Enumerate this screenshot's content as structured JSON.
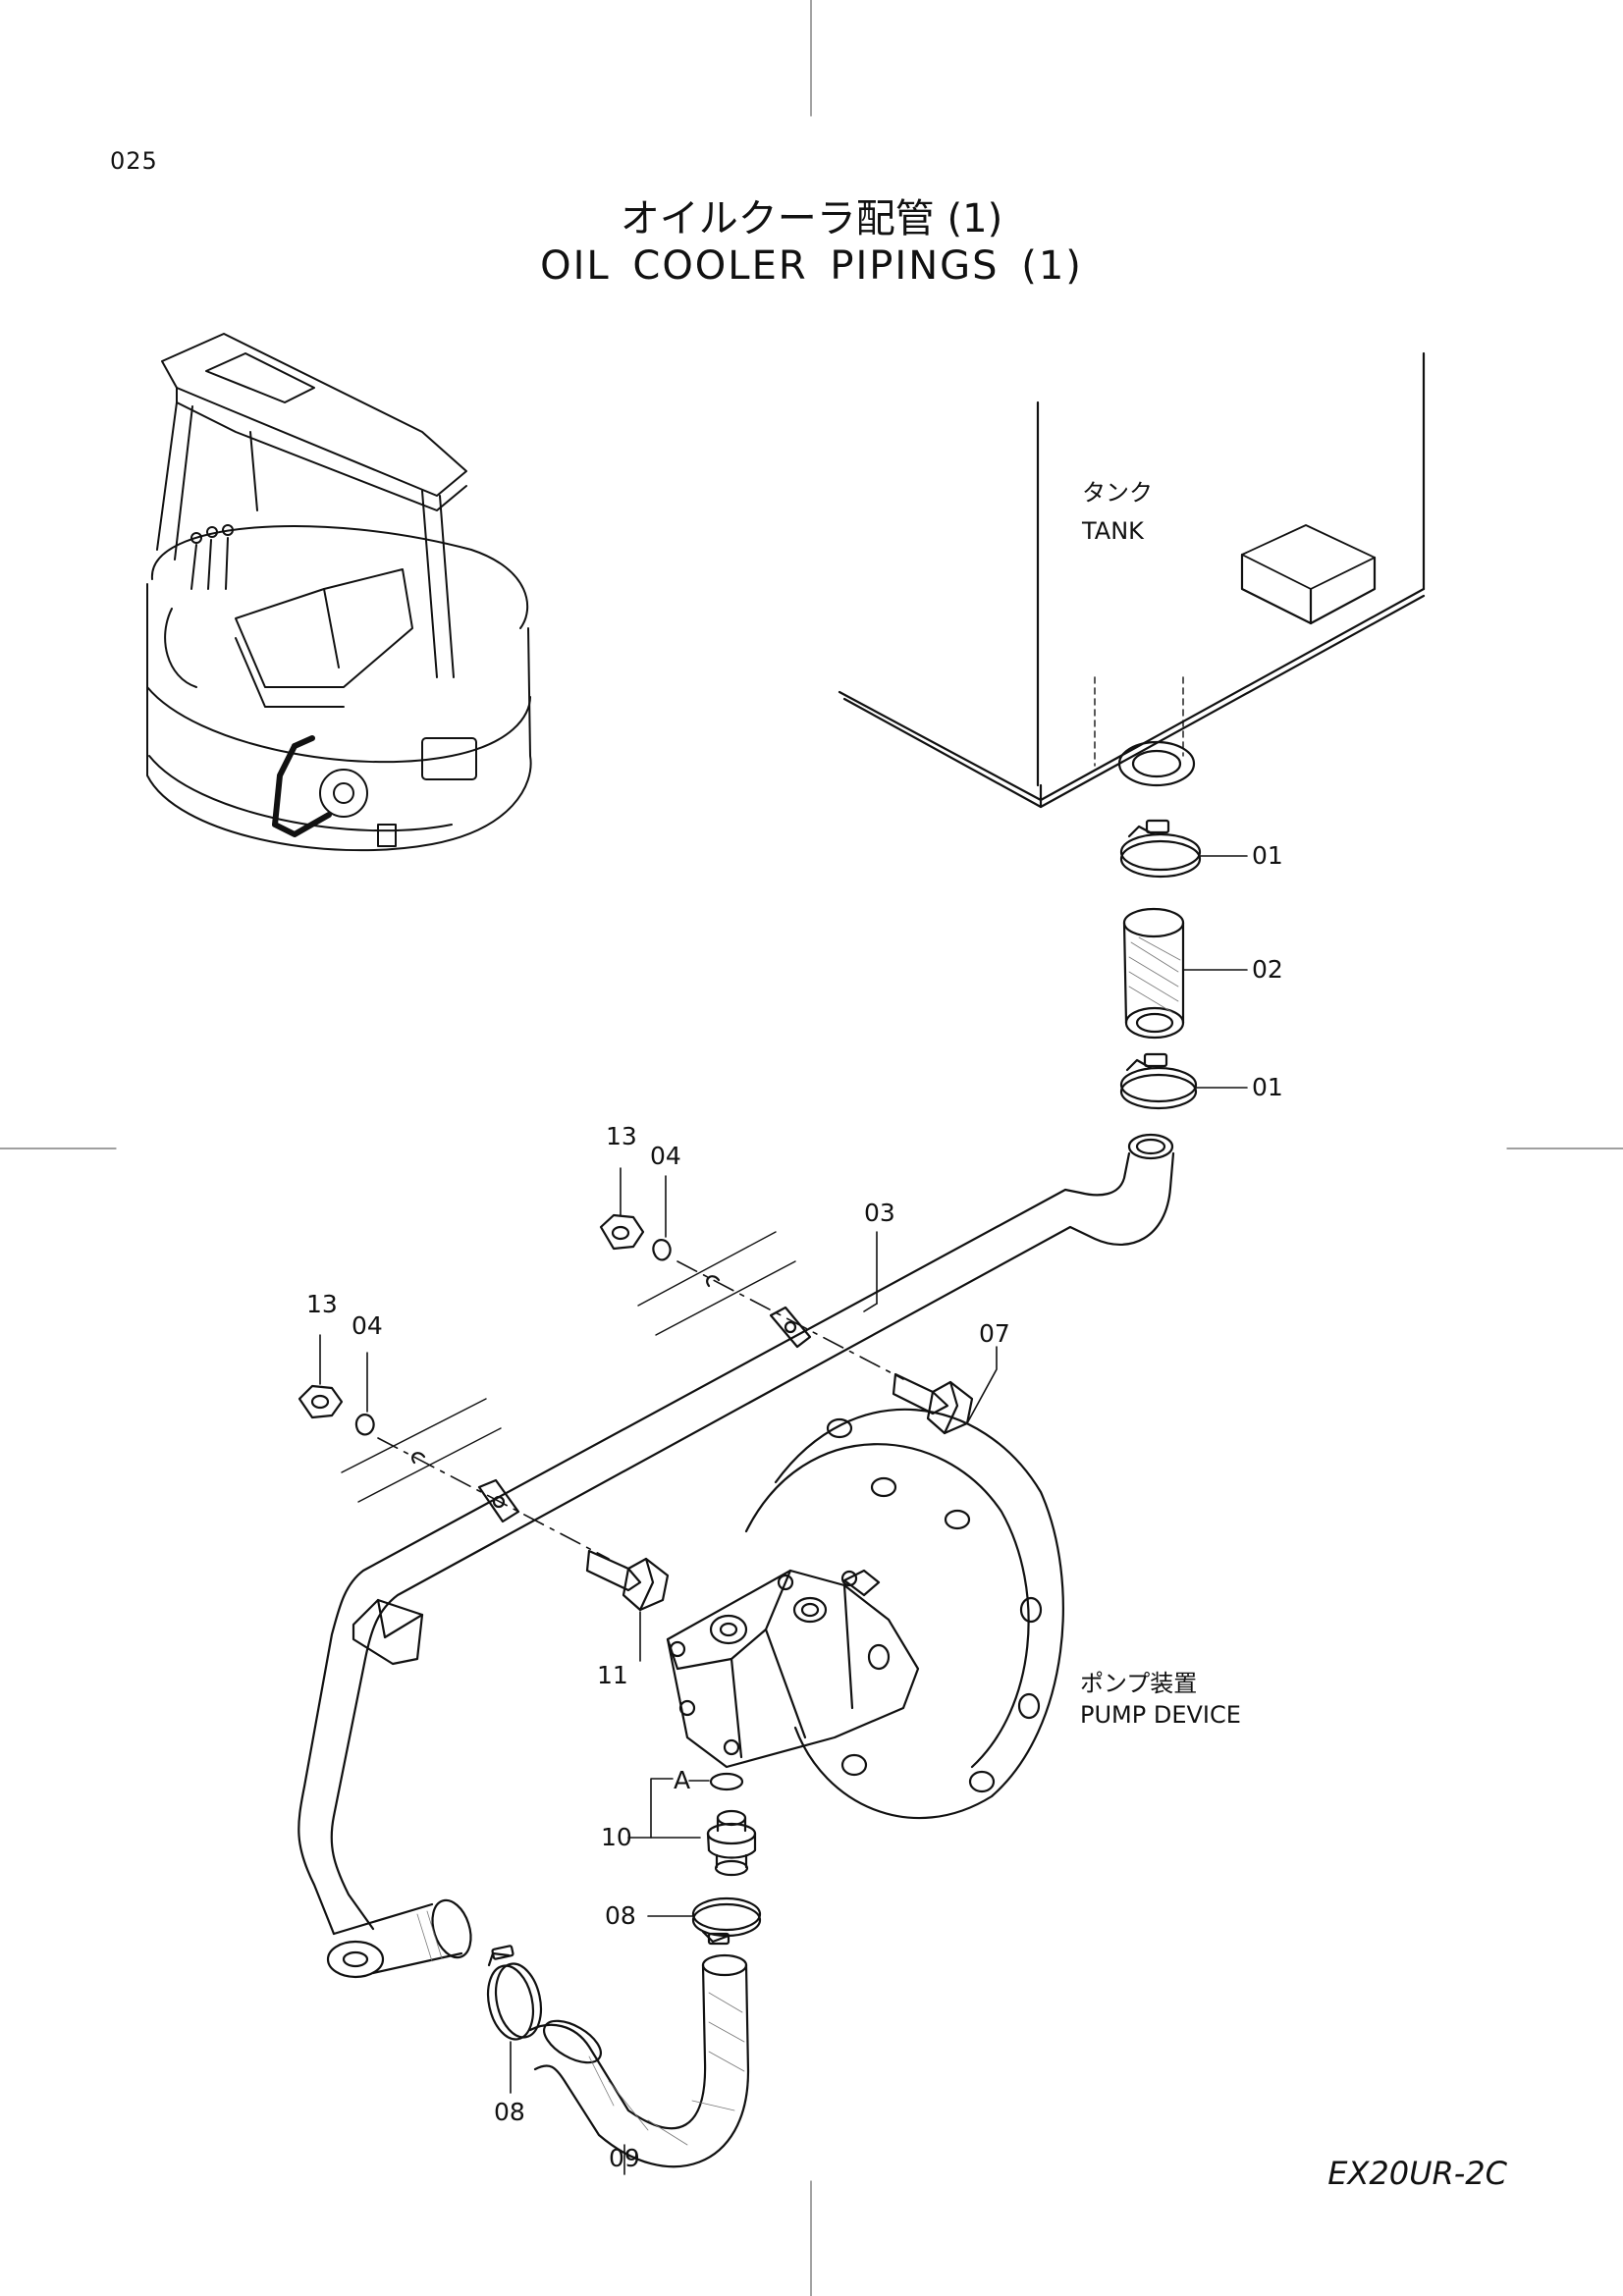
{
  "page_number": "025",
  "title": {
    "ja": "オイルクーラ配管 (1)",
    "en": "OIL  COOLER  PIPINGS  (1)"
  },
  "model": "EX20UR-2C",
  "labels": {
    "tank_ja": "タンク",
    "tank_en": "TANK",
    "pump_ja": "ポンプ装置",
    "pump_en": "PUMP DEVICE",
    "detail_a": "A"
  },
  "callouts": {
    "p01_top": "01",
    "p02": "02",
    "p01_bottom": "01",
    "p03": "03",
    "p04_upper": "04",
    "p13_upper": "13",
    "p04_lower": "04",
    "p13_lower": "13",
    "p07": "07",
    "p11": "11",
    "p10": "10",
    "p08_right": "08",
    "p08_left": "08",
    "p09": "09"
  }
}
